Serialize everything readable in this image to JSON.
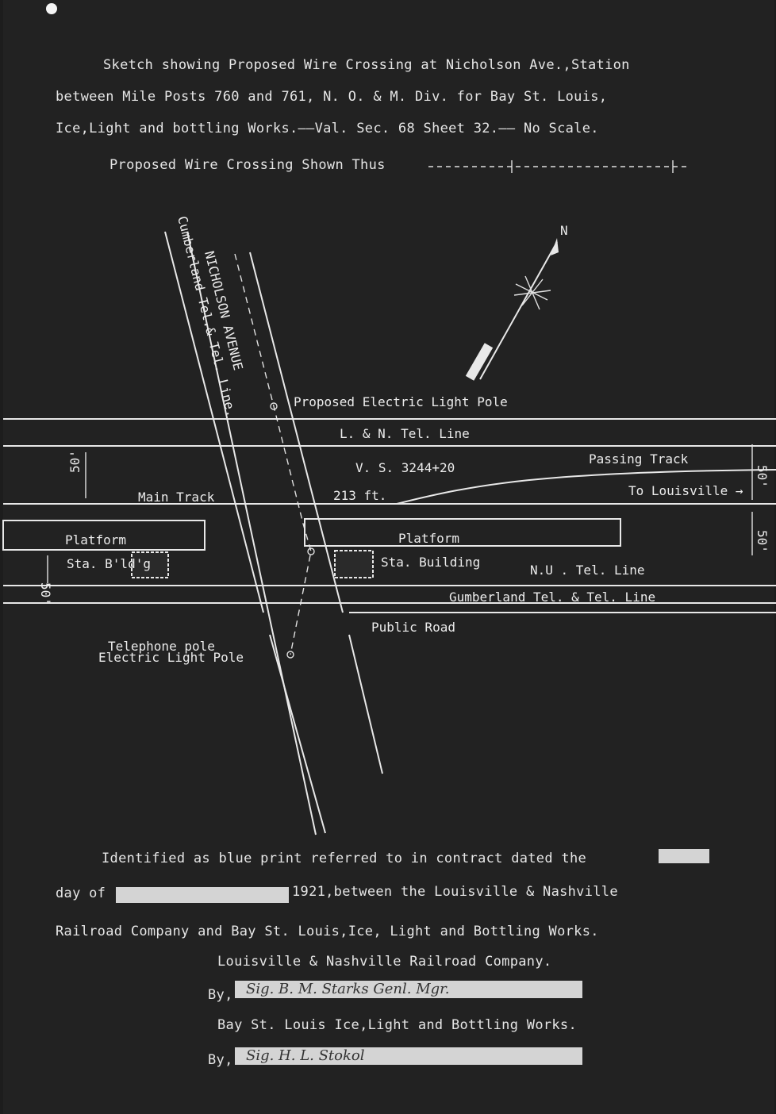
{
  "header": {
    "line1": "Sketch showing Proposed Wire Crossing at Nicholson Ave.,Station",
    "line2": "between Mile Posts 760 and 761, N. O. & M. Div. for Bay St. Louis,",
    "line3": "Ice,Light and bottling Works.——Val. Sec. 68 Sheet 32.—— No Scale.",
    "line4": "Proposed Wire Crossing Shown Thus"
  },
  "compass": {
    "label": "N"
  },
  "diagram": {
    "avenue": "NICHOLSON AVENUE",
    "cumberland_vertical": "Cumberland Tel.& Tel. Line.",
    "proposed_pole": "Proposed Electric Light Pole",
    "ln_tel_line": "L. & N. Tel. Line",
    "dim_50_left": "50'",
    "vs": "V. S. 3244+20",
    "passing_track": "Passing Track",
    "dim_50_right_top": "50'",
    "main_track": "Main Track",
    "dist": "213 ft.",
    "to_louisville": "To Louisville →",
    "platform_left": "Platform",
    "platform_right": "Platform",
    "dim_50_right_mid": "50'",
    "sta_bldg_left": "Sta. B'ld'g",
    "dim_50_left_mid": "50'",
    "sta_building": "Sta. Building",
    "nu_tel_line": "N.U . Tel. Line",
    "cumberland_horizontal": "Gumberland Tel. & Tel. Line",
    "public_road": "Public Road",
    "telephone_pole": "Telephone pole",
    "electric_light_pole": "Electric Light Pole"
  },
  "footer": {
    "line1": "Identified as blue print referred to in contract dated the",
    "line2_a": "day of",
    "line2_b": "1921,between the Louisville & Nashville",
    "line3": "Railroad Company and Bay St. Louis,Ice, Light and Bottling Works.",
    "line4": "Louisville & Nashville Railroad Company.",
    "by1": "By,",
    "sig1": "Sig. B. M. Starks Genl. Mgr.",
    "line5": "Bay St. Louis Ice,Light and Bottling Works.",
    "by2": "By,",
    "sig2": "Sig. H. L. Stokol"
  }
}
